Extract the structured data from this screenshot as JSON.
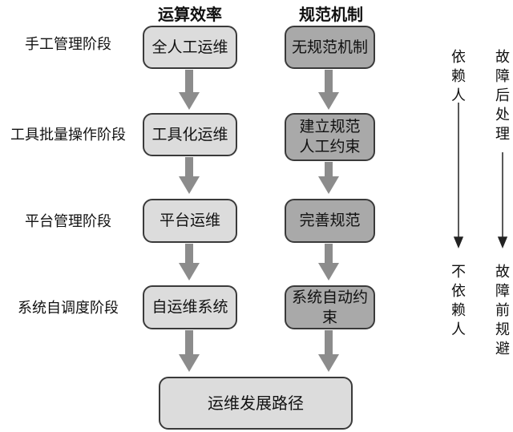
{
  "columns": {
    "left_header": "运算效率",
    "right_header": "规范机制"
  },
  "stages": [
    "手工管理阶段",
    "工具批量操作阶段",
    "平台管理阶段",
    "系统自调度阶段"
  ],
  "left_boxes": [
    "全人工运维",
    "工具化运维",
    "平台运维",
    "自运维系统"
  ],
  "right_boxes": [
    "无规范机制",
    "建立规范\n人工约束",
    "完善规范",
    "系统自动约束"
  ],
  "bottom_box": "运维发展路径",
  "side": {
    "col1_top": "依赖人",
    "col1_bottom": "不依赖人",
    "col2_top": "故障后处理",
    "col2_bottom": "故障前规避"
  }
}
